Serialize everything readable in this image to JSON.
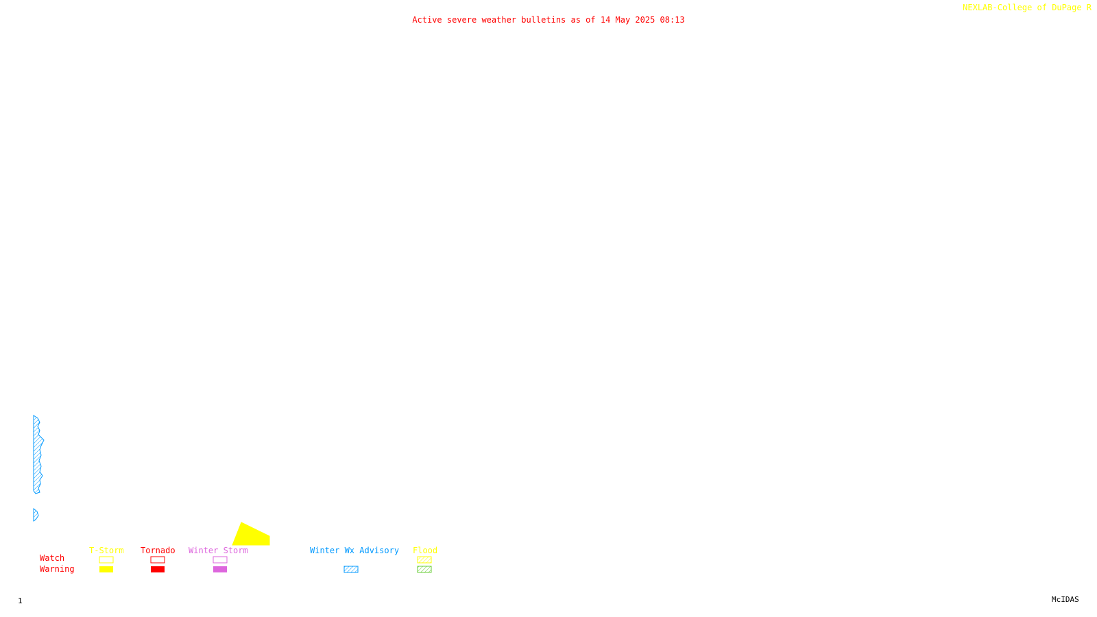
{
  "header": {
    "title": "Active severe weather bulletins as of 14 May 2025 08:13",
    "credit": "NEXLAB-College of DuPage R",
    "title_color": "#ff0000",
    "credit_color": "#ffff00"
  },
  "map": {
    "warning_areas": [
      {
        "type": "T-Storm Warning",
        "color": "#ffff00"
      },
      {
        "type": "Winter Wx Advisory",
        "color": "#0099ff"
      }
    ]
  },
  "legend": {
    "row_labels": {
      "watch": "Watch",
      "warning": "Warning"
    },
    "row_label_color": "#ff0000",
    "categories": [
      {
        "label": "T-Storm",
        "color": "#ffff00",
        "watch": "outline",
        "warning": "solid"
      },
      {
        "label": "Tornado",
        "color": "#ff0000",
        "watch": "outline",
        "warning": "solid"
      },
      {
        "label": "Winter Storm",
        "color": "#dd66dd",
        "watch": "outline",
        "warning": "solid"
      },
      {
        "label": "Winter Wx Advisory",
        "color": "#0099ff",
        "watch": "none",
        "warning": "hatched"
      },
      {
        "label": "Flood",
        "color": "#ffff00",
        "warning_color": "#66cc33",
        "watch": "hatched",
        "warning": "hatched"
      }
    ]
  },
  "footer": {
    "frame_number": "1",
    "software": "McIDAS"
  }
}
